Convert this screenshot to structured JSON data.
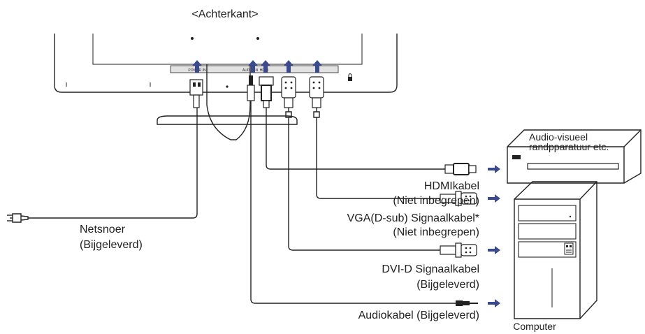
{
  "header": {
    "title": "<Achterkant>"
  },
  "monitor": {
    "port_labels": [
      "POWER IN",
      "AUDIO IN",
      "HDMI"
    ]
  },
  "labels": {
    "power_cable": [
      "Netsnoer",
      "(Bijgeleverd)"
    ],
    "hdmi_cable": [
      "HDMIkabel",
      "(Niet inbegrepen)"
    ],
    "vga_cable": [
      "VGA(D-sub) Signaalkabel*",
      "(Niet inbegrepen)"
    ],
    "dvi_cable": [
      "DVI-D Signaalkabel",
      "(Bijgeleverd)"
    ],
    "audio_cable": [
      "Audiokabel (Bijgeleverd)"
    ]
  },
  "devices": {
    "av_device": [
      "Audio-visueel",
      "randpparatuur etc."
    ],
    "computer": "Computer"
  },
  "colors": {
    "arrow": "#3a4a8c",
    "line": "#222222"
  },
  "icons": {
    "plug": "power-plug-icon",
    "hdmi": "hdmi-connector-icon",
    "vga": "vga-connector-icon",
    "dvi": "dvi-connector-icon",
    "audio": "audio-jack-icon"
  }
}
